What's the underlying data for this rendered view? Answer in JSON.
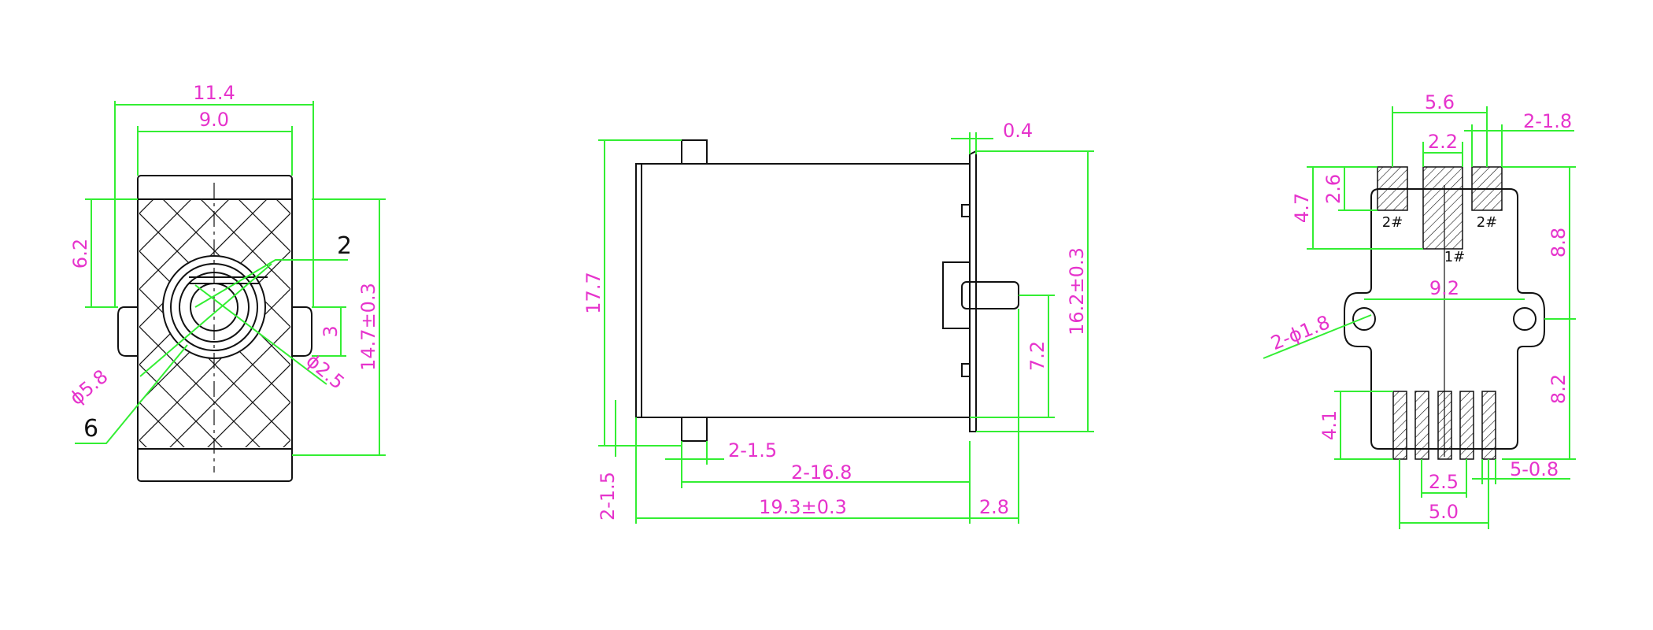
{
  "colors": {
    "dimension_text": "#e633cc",
    "dimension_line": "#33ee33",
    "outline": "#111111"
  },
  "views": {
    "front": {
      "dims": {
        "width_outer": "11.4",
        "width_inner": "9.0",
        "height_upper": "6.2",
        "height_total": "14.7±0.3",
        "tab": "3",
        "dia_large": "ϕ5.8",
        "dia_small": "ϕ2.5",
        "callout_a": "2",
        "callout_b": "6"
      }
    },
    "side": {
      "dims": {
        "height": "17.7",
        "flange": "0.4",
        "height_body": "16.2±0.3",
        "shaft_height": "7.2",
        "tab_width": "2-1.5",
        "tab_spacing": "2-16.8",
        "length": "19.3±0.3",
        "shaft_length": "2.8",
        "tab_offset": "2-1.5"
      }
    },
    "bottom": {
      "dims": {
        "pad_span": "5.6",
        "pad_width": "2-1.8",
        "center_pad": "2.2",
        "pad_height": "2.6",
        "upper_height": "4.7",
        "upper_total": "8.8",
        "hole_span": "9.2",
        "hole_dia": "2-ϕ1.8",
        "lower_total": "8.2",
        "pin_height": "4.1",
        "pin_pitch": "2.5",
        "pin_width": "5-0.8",
        "pin_span": "5.0"
      },
      "pin_labels": {
        "side_left": "2#",
        "side_right": "2#",
        "center": "1#"
      }
    }
  }
}
